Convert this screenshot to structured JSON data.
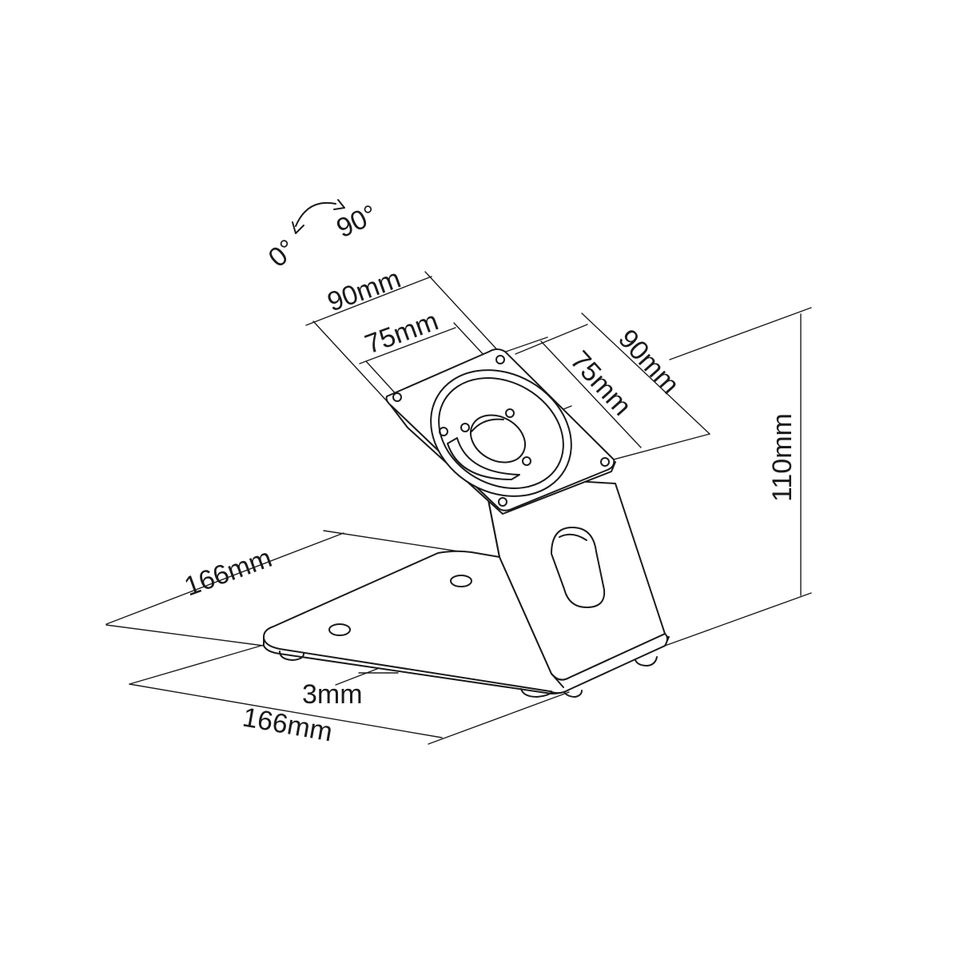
{
  "diagram": {
    "labels": {
      "rotation_start": "0°",
      "rotation_end": "90°",
      "plate_width_outer": "90mm",
      "plate_width_vesa": "75mm",
      "plate_height_outer": "90mm",
      "plate_height_vesa": "75mm",
      "total_height": "110mm",
      "base_depth": "166mm",
      "base_width": "166mm",
      "base_thickness": "3mm"
    }
  }
}
